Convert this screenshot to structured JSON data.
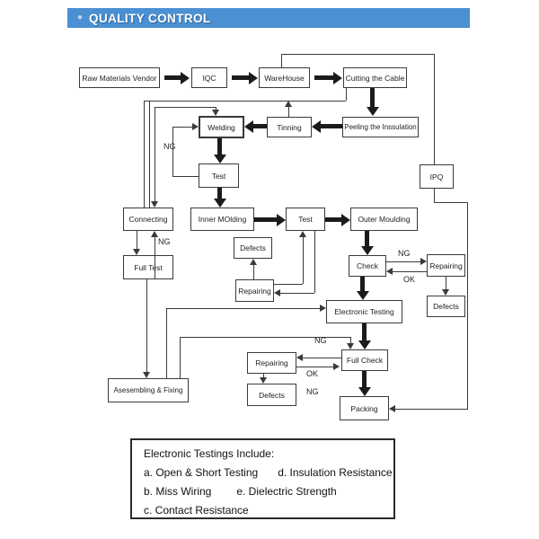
{
  "header": {
    "bullet": "●",
    "title": "QUALITY CONTROL",
    "bar_color": "#4a90d2"
  },
  "nodes": {
    "raw": "Raw Materials Vendor",
    "iqc": "IQC",
    "warehouse": "WareHouse",
    "cutting": "Cutting the Cable",
    "welding": "Welding",
    "tinning": "Tinning",
    "peeling": "Peeling the Inssulation",
    "ipq": "IPQ",
    "test1": "Test",
    "connecting": "Connecting",
    "inner_molding": "Inner MOlding",
    "test2": "Test",
    "outer_moulding": "Outer Moulding",
    "full_test": "Full Test",
    "defects_mid": "Defects",
    "repairing_mid": "Repairing",
    "check": "Check",
    "repairing_right": "Repairing",
    "defects_right": "Defects",
    "electronic_testing": "Electronic Testing",
    "assembling": "Asesembling & Fixing",
    "repairing_bottom": "Repairing",
    "defects_bottom": "Defects",
    "full_check": "Full Check",
    "packing": "Packing"
  },
  "edge_labels": {
    "welding_ng": "NG",
    "full_test_ng": "NG",
    "check_ng": "NG",
    "check_ok": "OK",
    "full_check_ng": "NG",
    "full_check_ok": "OK",
    "defects_ng": "NG"
  },
  "legend": {
    "title": "Electronic Testings Include:",
    "item_a": "a. Open & Short Testing",
    "item_d": "d. Insulation Resistance",
    "item_b": "b. Miss Wiring",
    "item_e": "e. Dielectric Strength",
    "item_c": "c. Contact Resistance"
  }
}
